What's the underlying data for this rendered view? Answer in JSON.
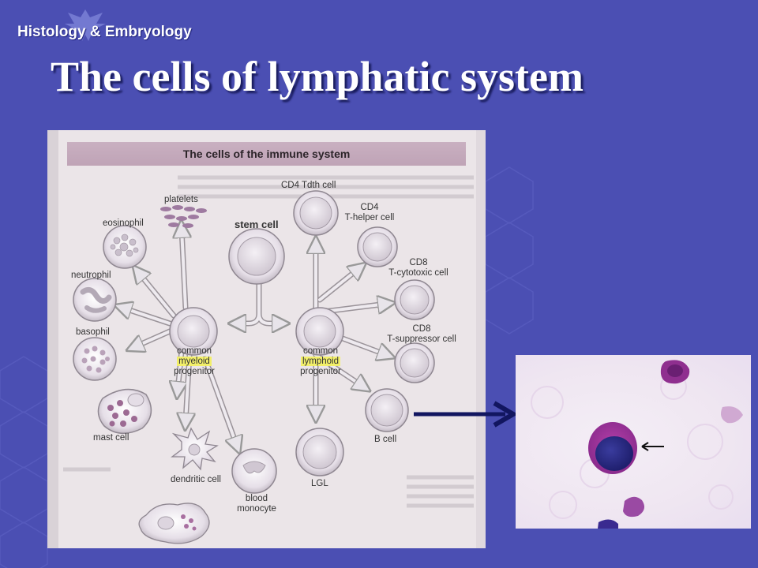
{
  "logo": {
    "text": "Histology & Embryology",
    "icon": "eagle-icon"
  },
  "slide": {
    "title": "The cells of lymphatic system"
  },
  "figure": {
    "banner": "The cells of the immune system",
    "labels": {
      "platelets": "platelets",
      "eosinophil": "eosinophil",
      "neutrophil": "neutrophil",
      "basophil": "basophil",
      "mast_cell": "mast cell",
      "dendritic_cell": "dendritic cell",
      "stem_cell": "stem cell",
      "myeloid_line1": "common",
      "myeloid_line2": "myeloid",
      "myeloid_line3": "progenitor",
      "lymphoid_line1": "common",
      "lymphoid_line2": "lymphoid",
      "lymphoid_line3": "progenitor",
      "blood_monocyte_1": "blood",
      "blood_monocyte_2": "monocyte",
      "cd4_tdth": "CD4 Tdth cell",
      "cd4_helper_1": "CD4",
      "cd4_helper_2": "T-helper cell",
      "cd8_cytotoxic_1": "CD8",
      "cd8_cytotoxic_2": "T-cytotoxic cell",
      "cd8_suppressor_1": "CD8",
      "cd8_suppressor_2": "T-suppressor cell",
      "b_cell": "B cell",
      "lgl": "LGL"
    }
  },
  "colors": {
    "background": "#4b4fb3",
    "highlight": "#f2ef6a",
    "arrow": "#121660"
  }
}
